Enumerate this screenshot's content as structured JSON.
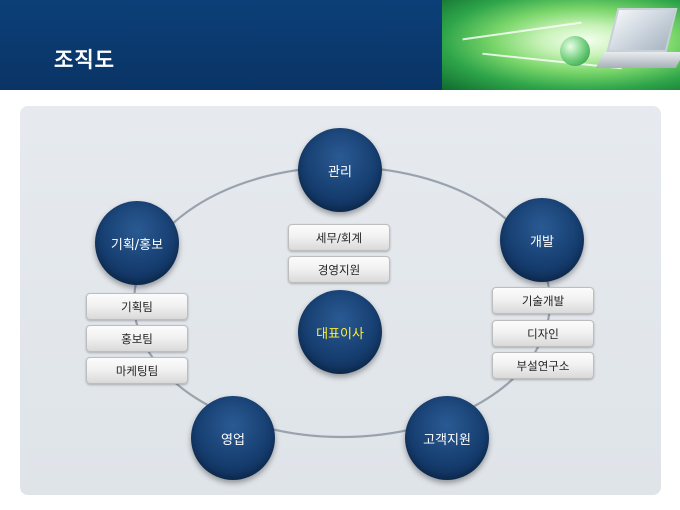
{
  "header": {
    "title": "조직도"
  },
  "center": {
    "label": "대표이사"
  },
  "nodes": {
    "management": "관리",
    "planning": "기획/홍보",
    "development": "개발",
    "sales": "영업",
    "support": "고객지원"
  },
  "boxes": {
    "management": [
      "세무/회계",
      "경영지원"
    ],
    "planning": [
      "기획팀",
      "홍보팀",
      "마케팅팀"
    ],
    "development": [
      "기술개발",
      "디자인",
      "부설연구소"
    ]
  }
}
